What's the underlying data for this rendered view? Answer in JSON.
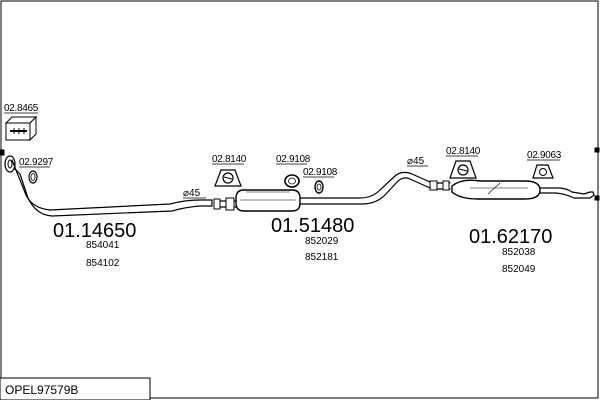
{
  "reference": "OPEL97579B",
  "accessories": [
    {
      "code": "02.8465"
    },
    {
      "code": "02.9297"
    },
    {
      "code": "02.8140"
    },
    {
      "code": "02.9108"
    },
    {
      "code": "02.9108"
    },
    {
      "code": "02.8140"
    },
    {
      "code": "02.9063"
    }
  ],
  "diameters": [
    {
      "label": "⌀45"
    },
    {
      "label": "⌀45"
    }
  ],
  "parts": [
    {
      "number": "01.14650",
      "oem": [
        "854041",
        "854102"
      ]
    },
    {
      "number": "01.51480",
      "oem": [
        "852029",
        "852181"
      ]
    },
    {
      "number": "01.62170",
      "oem": [
        "852038",
        "852049"
      ]
    }
  ]
}
